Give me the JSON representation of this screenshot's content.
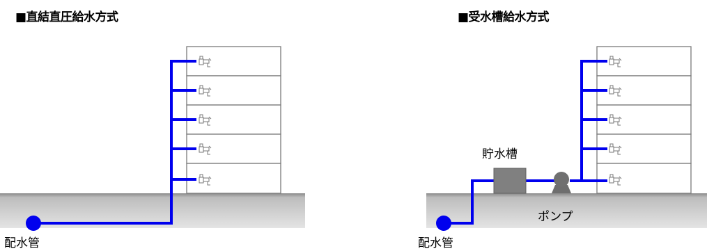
{
  "left_system": {
    "title": "■直結直圧給水方式",
    "main_pipe_label": "配水管"
  },
  "right_system": {
    "title": "■受水槽給水方式",
    "main_pipe_label": "配水管",
    "tank_label": "貯水槽",
    "pump_label": "ポンプ"
  },
  "colors": {
    "pipe": "#0000ee",
    "ground": "#c8c8c8",
    "building_line": "#7a7a7a",
    "tank": "#808080",
    "pump": "#707070"
  },
  "floors_per_building": 5
}
